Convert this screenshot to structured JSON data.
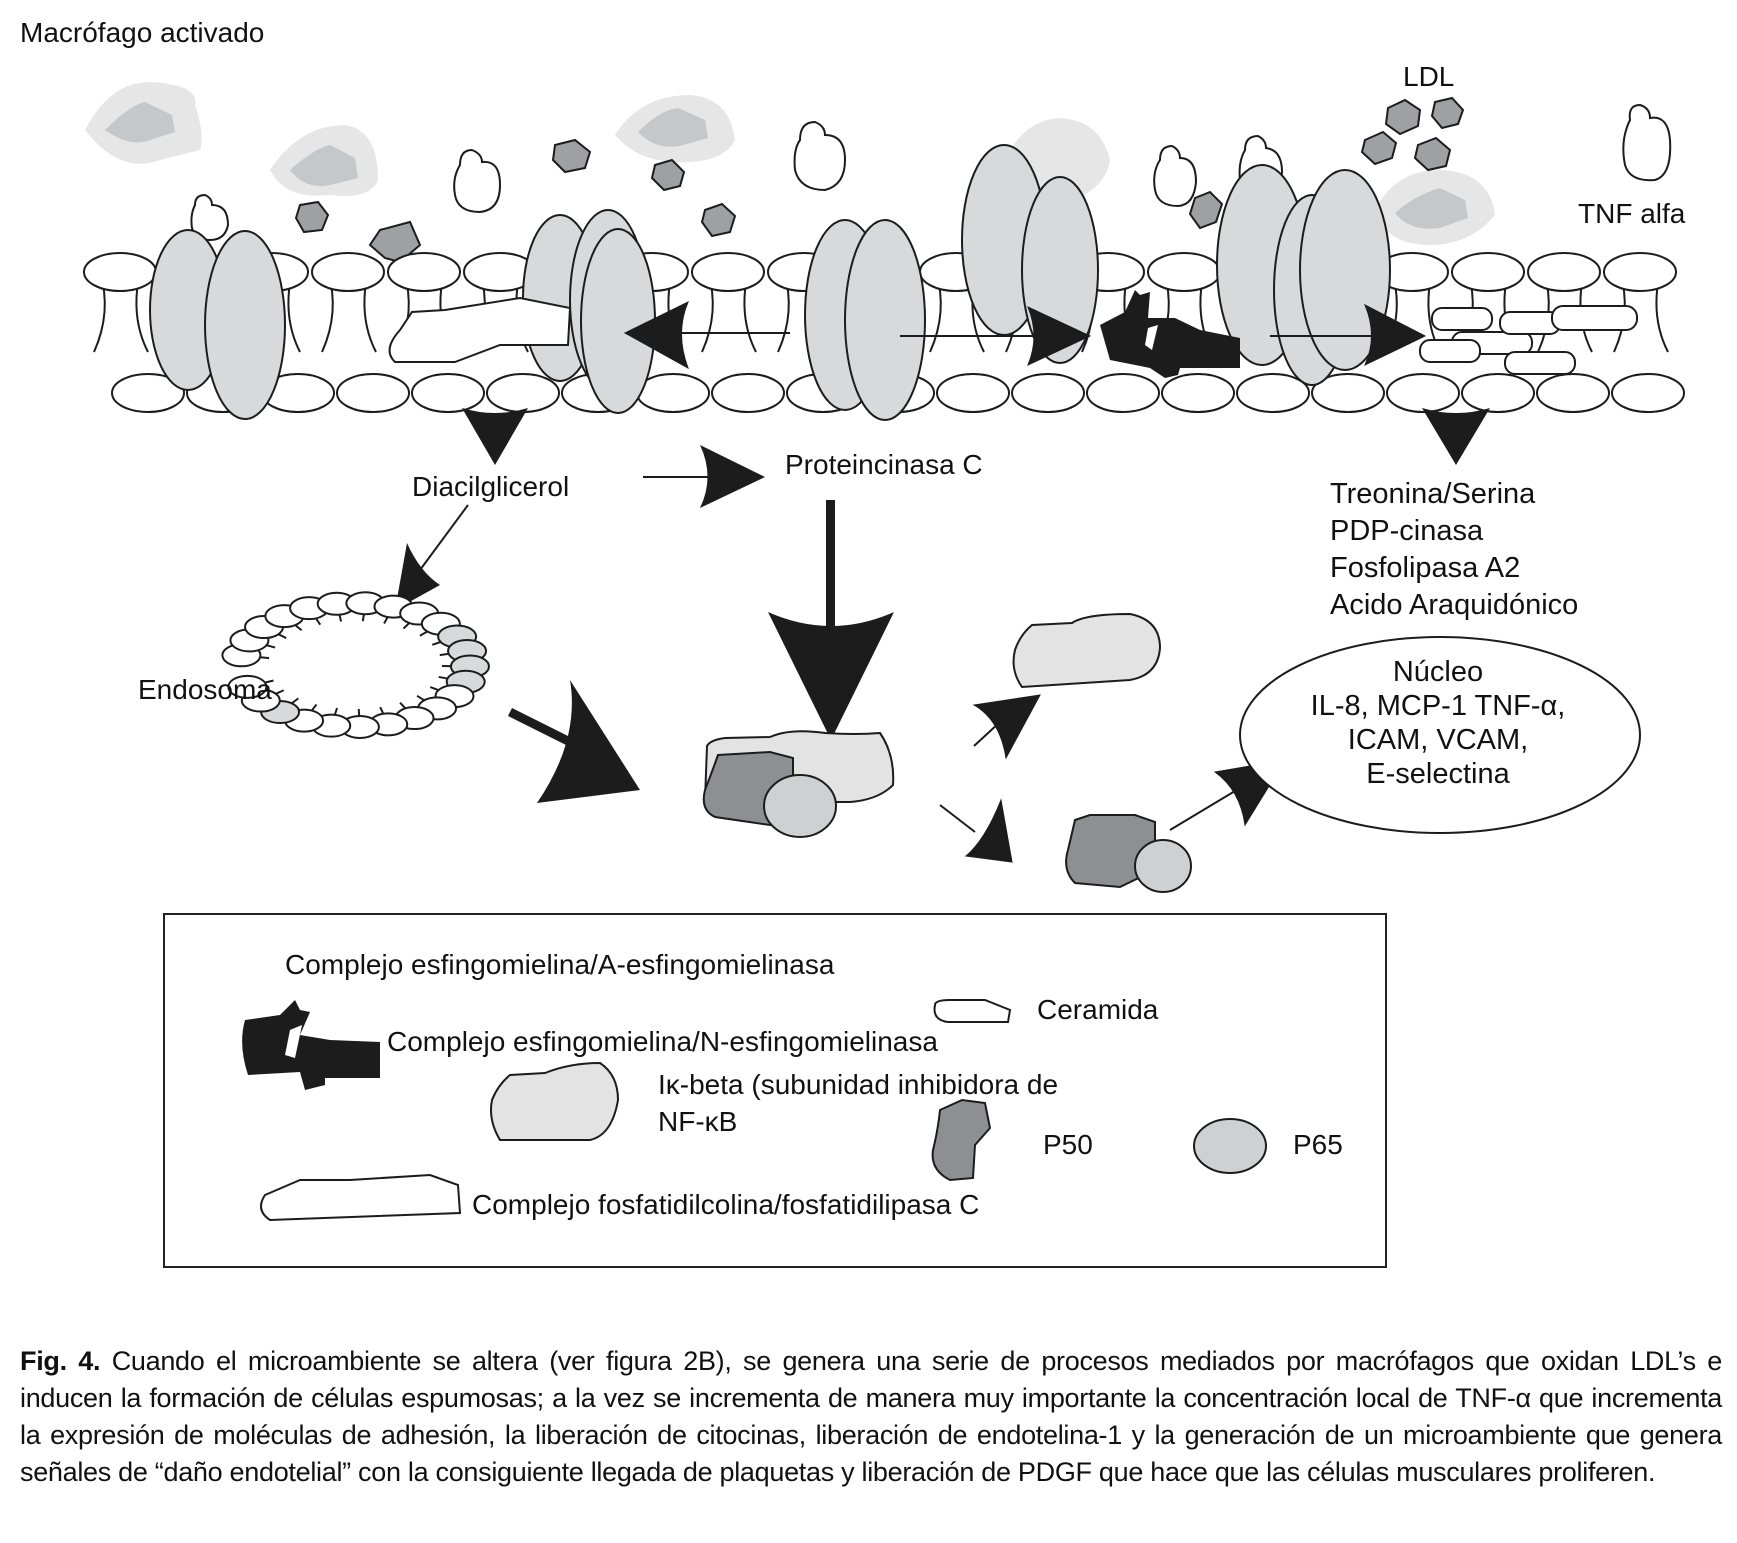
{
  "figure": {
    "title_label": "Macrófago activado",
    "ldl_label": "LDL",
    "tnf_label": "TNF alfa",
    "diacilglicerol_label": "Diacilglicerol",
    "proteincinasa_label": "Proteincinasa C",
    "endosoma_label": "Endosoma",
    "downstream_list": [
      "Treonina/Serina",
      "PDP-cinasa",
      "Fosfolipasa A2",
      "Acido Araquidónico"
    ],
    "nucleus": {
      "lines": [
        "Núcleo",
        "IL-8, MCP-1 TNF-α,",
        "ICAM, VCAM,",
        "E-selectina"
      ]
    },
    "colors": {
      "membrane_protein": "#d8d9db",
      "ldl": "#9fa0a3",
      "p50": "#8e8f92",
      "p65": "#cfd0d2",
      "ikb": "#e3e3e4",
      "halo": "#e6e6e6",
      "black": "#1c1c1c"
    }
  },
  "legend": {
    "items": [
      {
        "label": "Complejo esfingomielina/A-esfingomielinasa"
      },
      {
        "label": "Ceramida"
      },
      {
        "label": "Complejo esfingomielina/N-esfingomielinasa"
      },
      {
        "label": "Iκ-beta (subunidad inhibidora de"
      },
      {
        "label": "NF-κB"
      },
      {
        "label": "P50"
      },
      {
        "label": "P65"
      },
      {
        "label": "Complejo fosfatidilcolina/fosfatidilipasa C"
      }
    ]
  },
  "caption": {
    "prefix": "Fig. 4.",
    "text": " Cuando el microambiente se altera (ver figura 2B), se genera una serie de procesos mediados por macrófagos que oxidan LDL’s e inducen la formación de células espumosas; a la vez se incrementa de manera muy importante la concentración local de TNF-α que incrementa la expresión de moléculas de adhesión, la liberación de citocinas, liberación de endotelina-1 y la generación de un microambiente que genera señales de “daño endotelial” con la consiguiente llegada de plaquetas y liberación de PDGF que hace que las células musculares proliferen."
  }
}
